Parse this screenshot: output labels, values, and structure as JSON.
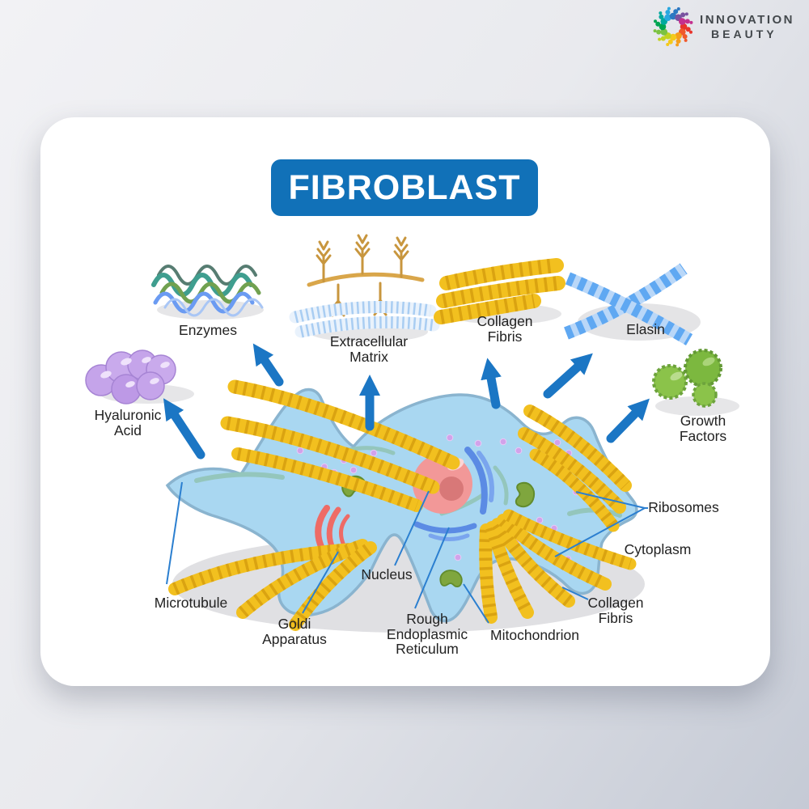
{
  "logo": {
    "line1": "INNOVATION",
    "line2": "BEAUTY",
    "colors": [
      "#e8342c",
      "#f0592c",
      "#f59e1b",
      "#f5c91b",
      "#c3d220",
      "#7cc242",
      "#00a551",
      "#00a99e",
      "#29a8e0",
      "#2b78c2",
      "#7952a0",
      "#c4308f"
    ]
  },
  "title": {
    "text": "FIBROBLAST",
    "bg_color": "#1171b8",
    "text_color": "#ffffff"
  },
  "labels": {
    "enzymes": "Enzymes",
    "ecm": "Extracellular\nMatrix",
    "collagen_top": "Collagen\nFibris",
    "elasin": "Elasin",
    "hyaluronic": "Hyaluronic\nAcid",
    "growth": "Growth\nFactors",
    "microtubule": "Microtubule",
    "goldi": "Goldi\nApparatus",
    "nucleus": "Nucleus",
    "rough_er": "Rough\nEndoplasmic\nReticulum",
    "mitochondrion": "Mitochondrion",
    "ribosomes": "Ribosomes",
    "cytoplasm": "Cytoplasm",
    "collagen_br": "Collagen\nFibris"
  },
  "colors": {
    "arrow": "#1b76c4",
    "leader_line": "#2b7fd0",
    "cell_fill": "#a9d7f1",
    "cell_outline": "#8ab4cf",
    "nucleus": "#f29898",
    "nucleolus": "#d87878",
    "collagen": "#f2c01f",
    "collagen_dark": "#d1990e",
    "mitochondrion": "#7fa63e",
    "golgi": "#ee6b66",
    "ribosome": "#d2a2ea",
    "microtubule": "#94c6bc",
    "er": "#5b8be4",
    "hyaluronic": "#c5a4ea",
    "growth_factor": "#8bc34a",
    "elasin_light": "#b9d7f8",
    "elasin_dark": "#5fa8f2",
    "ecm_branch": "#c8963e",
    "shadow": "#e0e0e3"
  }
}
